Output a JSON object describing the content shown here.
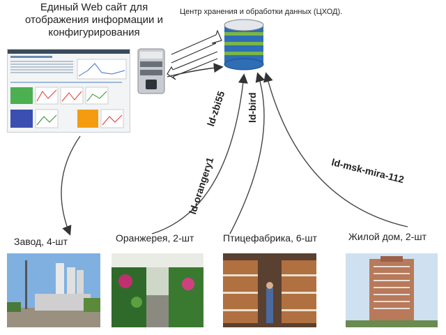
{
  "web_site": {
    "title": "Единый Web сайт для\nотображения информации и\nконфигурирования"
  },
  "data_center": {
    "title": "Центр хранения и обработки данных (ЦХОД)."
  },
  "links": [
    {
      "label": "ld-zbi55"
    },
    {
      "label": "ld-bird"
    },
    {
      "label": "ld-orangery1"
    },
    {
      "label": "ld-msk-mira-112"
    }
  ],
  "sites": [
    {
      "label": "Завод, 4-шт",
      "icon": "factory-photo"
    },
    {
      "label": "Оранжерея, 2-шт",
      "icon": "greenhouse-photo"
    },
    {
      "label": "Птицефабрика, 6-шт",
      "icon": "poultry-farm-photo"
    },
    {
      "label": "Жилой дом, 2-шт",
      "icon": "residential-building-photo"
    }
  ],
  "colors": {
    "database_blue": "#2f6db5",
    "database_green": "#7ab648",
    "arrow": "#444444"
  }
}
